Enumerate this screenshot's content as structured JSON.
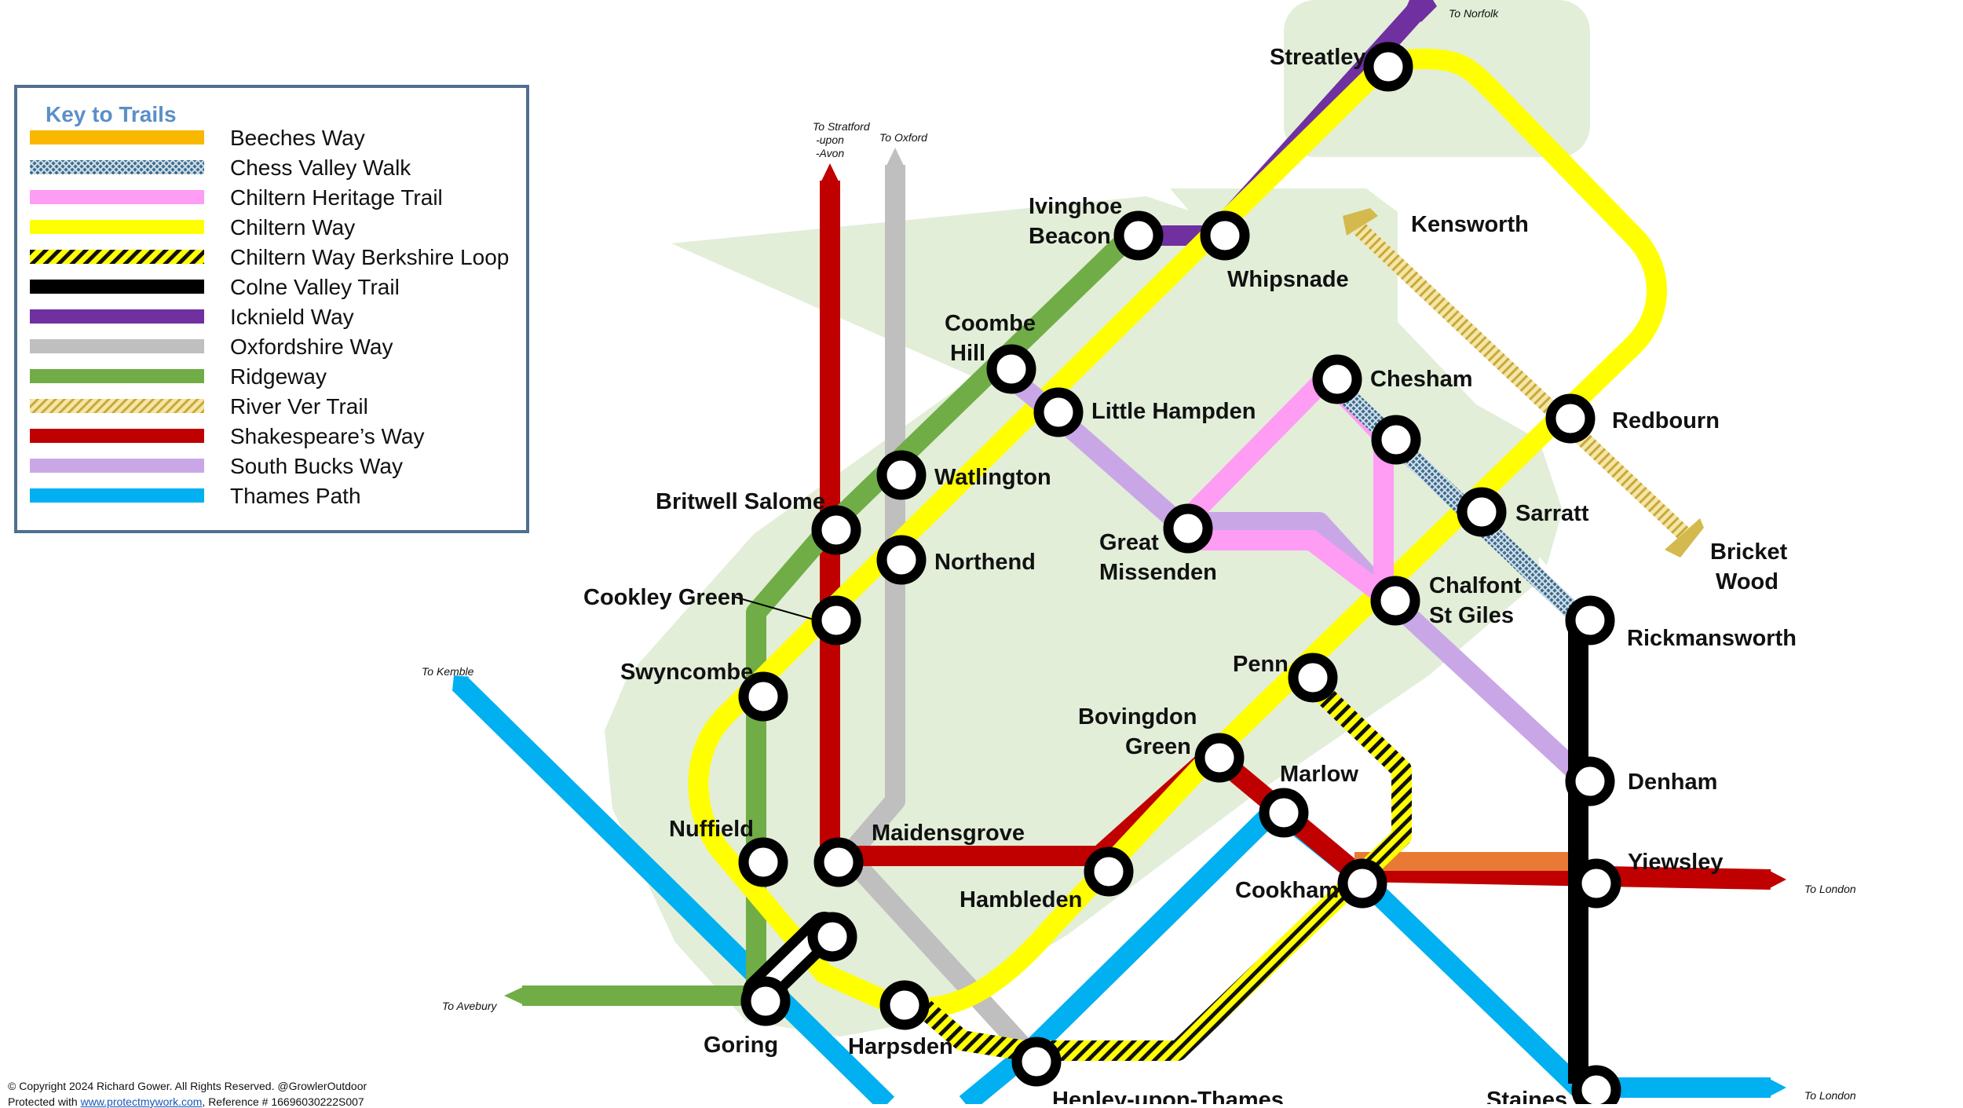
{
  "key": {
    "title": "Key to Trails",
    "items": [
      {
        "label": "Beeches Way",
        "color": "#f9b700",
        "pattern": "solid"
      },
      {
        "label": "Chess Valley Walk",
        "color": "#6c8ea3",
        "pattern": "crosshatch"
      },
      {
        "label": "Chiltern Heritage Trail",
        "color": "#ff9cf4",
        "pattern": "solid"
      },
      {
        "label": "Chiltern Way",
        "color": "#ffff00",
        "pattern": "solid"
      },
      {
        "label": "Chiltern Way Berkshire Loop",
        "color": "#ffff00",
        "pattern": "stripes-black"
      },
      {
        "label": "Colne Valley Trail",
        "color": "#000000",
        "pattern": "solid"
      },
      {
        "label": "Icknield Way",
        "color": "#7030a0",
        "pattern": "solid"
      },
      {
        "label": "Oxfordshire Way",
        "color": "#bfbfbf",
        "pattern": "solid"
      },
      {
        "label": "Ridgeway",
        "color": "#70ad47",
        "pattern": "solid"
      },
      {
        "label": "River Ver Trail",
        "color": "#d4b94e",
        "pattern": "stripes-gold"
      },
      {
        "label": "Shakespeare’s Way",
        "color": "#c00000",
        "pattern": "solid"
      },
      {
        "label": "South Bucks Way",
        "color": "#c9a7e6",
        "pattern": "solid"
      },
      {
        "label": "Thames Path",
        "color": "#00b0f0",
        "pattern": "solid"
      }
    ]
  },
  "stations": {
    "streatley": "Streatley",
    "ivinghoe_1": "Ivinghoe",
    "ivinghoe_2": "Beacon",
    "whipsnade": "Whipsnade",
    "kensworth": "Kensworth",
    "coombe_1": "Coombe",
    "coombe_2": "Hill",
    "little_hampden": "Little Hampden",
    "chesham": "Chesham",
    "redbourn": "Redbourn",
    "watlington": "Watlington",
    "britwell": "Britwell Salome",
    "northend": "Northend",
    "great_1": "Great",
    "great_2": "Missenden",
    "sarratt": "Sarratt",
    "bricket_1": "Bricket",
    "bricket_2": "Wood",
    "cookley": "Cookley Green",
    "chalfont_1": "Chalfont",
    "chalfont_2": "St Giles",
    "rickmansworth": "Rickmansworth",
    "swyncombe": "Swyncombe",
    "penn": "Penn",
    "bovingdon_1": "Bovingdon",
    "bovingdon_2": "Green",
    "marlow": "Marlow",
    "denham": "Denham",
    "nuffield": "Nuffield",
    "maidensgrove": "Maidensgrove",
    "yiewsley": "Yiewsley",
    "hambleden": "Hambleden",
    "cookham": "Cookham",
    "goring": "Goring",
    "harpsden": "Harpsden",
    "henley": "Henley-upon-Thames",
    "staines": "Staines"
  },
  "directions": {
    "norfolk": "To Norfolk",
    "stratford_1": "To Stratford",
    "stratford_2": "-upon",
    "stratford_3": "-Avon",
    "oxford": "To Oxford",
    "kemble": "To Kemble",
    "avebury": "To Avebury",
    "london_1": "To London",
    "london_2": "To London"
  },
  "footer": {
    "copyright": "© Copyright 2024 Richard Gower. All Rights Reserved. @GrowlerOutdoor",
    "protected_prefix": "Protected with ",
    "link_text": "www.protectmywork.com",
    "reference": ", Reference # 16696030222S007"
  }
}
